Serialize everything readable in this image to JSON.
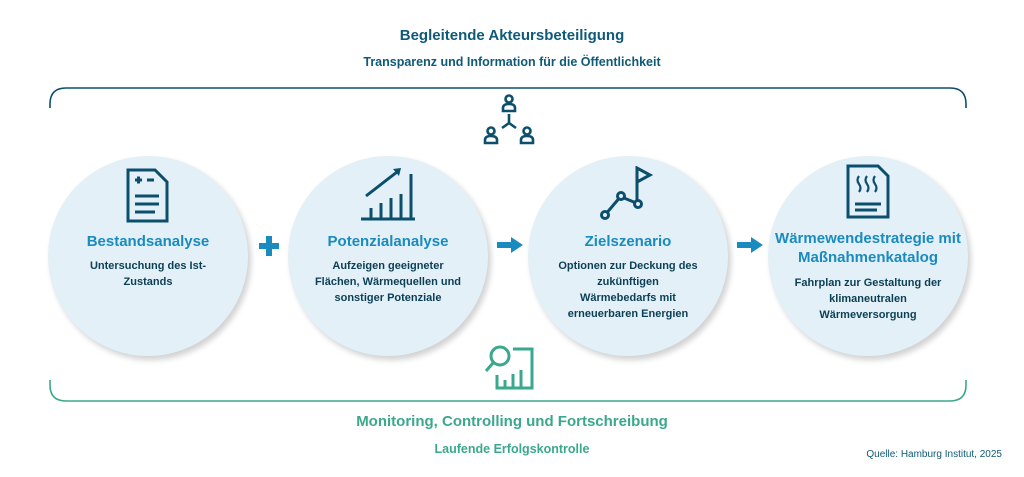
{
  "header": {
    "title": "Begleitende Akteursbeteiligung",
    "subtitle": "Transparenz und Information für die Öffentlichkeit"
  },
  "steps": [
    {
      "title": "Bestandsanalyse",
      "desc": "Untersuchung des Ist-Zustands",
      "icon": "document-plus-minus-icon"
    },
    {
      "title": "Potenzialanalyse",
      "desc": "Aufzeigen geeigneter Flächen, Wärmequellen und sonstiger Potenziale",
      "icon": "growth-chart-icon"
    },
    {
      "title": "Zielszenario",
      "desc": "Optionen zur Deckung des zukünftigen Wärmebedarfs mit erneuerbaren Energien",
      "icon": "route-flag-icon"
    },
    {
      "title": "Wärmewendestrategie mit Maßnahmenkatalog",
      "desc": "Fahrplan zur Gestaltung der klimaneutralen Wärmeversorgung",
      "icon": "heat-document-icon"
    }
  ],
  "connectors": [
    "plus",
    "arrow",
    "arrow"
  ],
  "footer": {
    "title": "Monitoring, Controlling und Fortschreibung",
    "subtitle": "Laufende Erfolgskontrolle"
  },
  "source": "Quelle: Hamburg Institut, 2025",
  "colors": {
    "dark": "#0b4f6c",
    "accent": "#1a8bbf",
    "green": "#3aa88c",
    "circle": "#e3f0f7"
  }
}
